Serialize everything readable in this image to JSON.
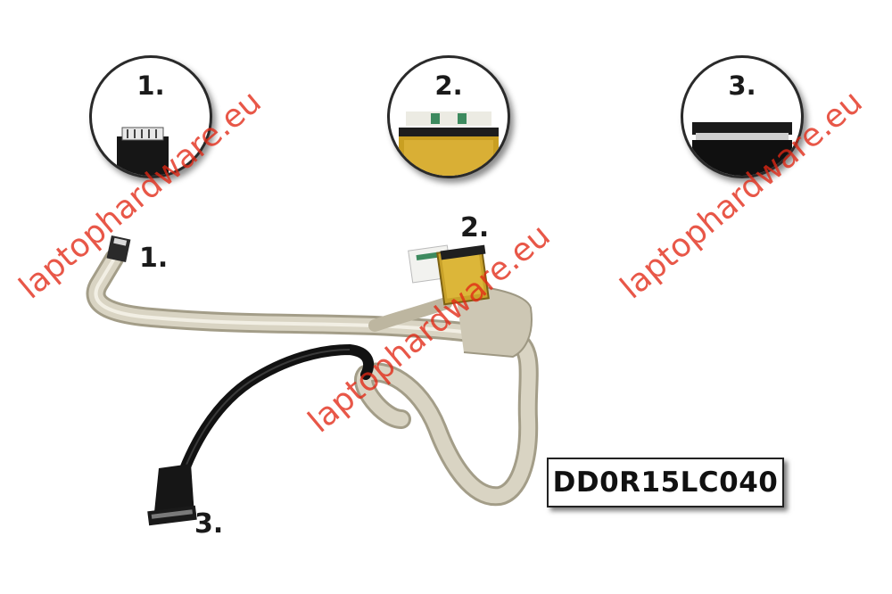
{
  "watermark": {
    "text": "laptophardware.eu",
    "color": "#e02814"
  },
  "callouts": [
    {
      "number": "1."
    },
    {
      "number": "2."
    },
    {
      "number": "3."
    }
  ],
  "connector_labels": [
    {
      "number": "1."
    },
    {
      "number": "2."
    },
    {
      "number": "3."
    }
  ],
  "part_number": "DD0R15LC040"
}
